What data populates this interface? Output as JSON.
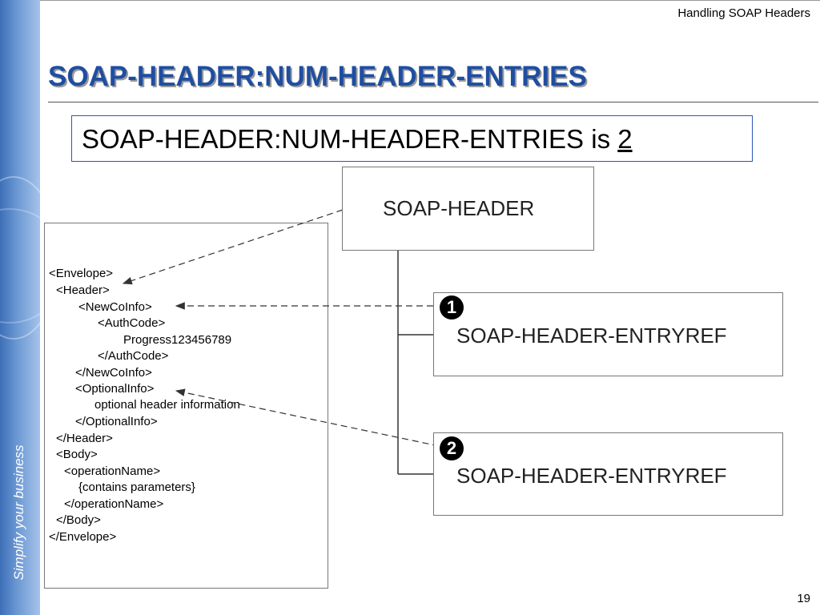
{
  "header": {
    "label": "Handling SOAP Headers"
  },
  "title": "SOAP-HEADER:NUM-HEADER-ENTRIES",
  "callout": {
    "prefix": "SOAP-HEADER:NUM-HEADER-ENTRIES is ",
    "value": "2"
  },
  "sidebar": {
    "tagline": "Simplify your business"
  },
  "code": {
    "lines": [
      "<Envelope>",
      "<Header>",
      "<NewCoInfo>",
      "<AuthCode>",
      "Progress123456789",
      "</AuthCode>",
      "</NewCoInfo>",
      "<OptionalInfo>",
      "optional header information",
      "</OptionalInfo>",
      "</Header>",
      "<Body>",
      "<operationName>",
      "{contains parameters}",
      "</operationName>",
      "</Body>",
      "</Envelope>"
    ]
  },
  "diagram": {
    "header_box": "SOAP-HEADER",
    "entry1": "SOAP-HEADER-ENTRYREF",
    "entry2": "SOAP-HEADER-ENTRYREF",
    "badge1": "1",
    "badge2": "2"
  },
  "footer": {
    "page_number": "19"
  }
}
